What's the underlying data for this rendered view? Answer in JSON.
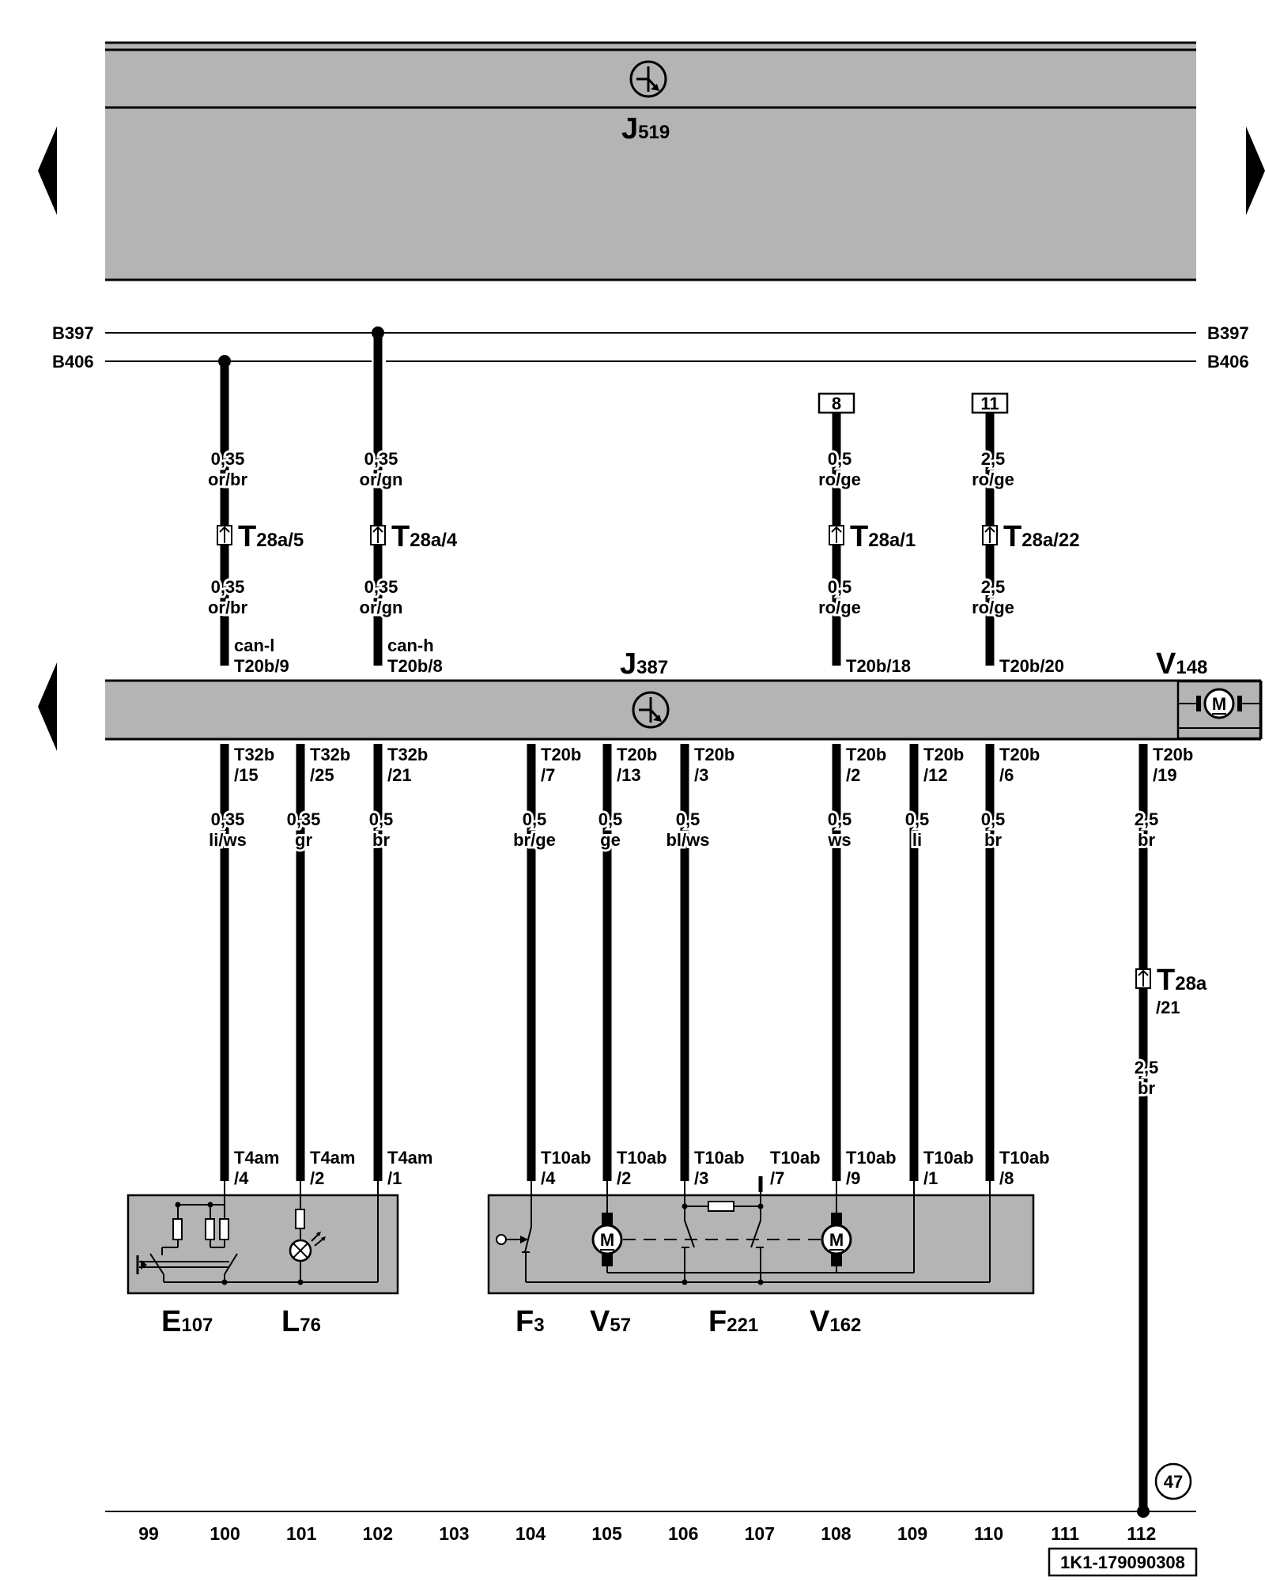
{
  "buses": {
    "b397": "B397",
    "b406": "B406"
  },
  "modules": {
    "j519": {
      "main": "J",
      "sub": "519"
    },
    "j387": {
      "main": "J",
      "sub": "387"
    },
    "v148": {
      "main": "V",
      "sub": "148"
    }
  },
  "terminals": {
    "t8": "8",
    "t11": "11",
    "t47": "47"
  },
  "upper_wires": [
    {
      "id": "w100",
      "size_top": "0,35",
      "color_top": "or/br",
      "conn_main": "T",
      "conn_sub": "28a/5",
      "size_bot": "0,35",
      "color_bot": "or/br",
      "pin_sig": "can-l",
      "pin": "T20b/9"
    },
    {
      "id": "w102",
      "size_top": "0,35",
      "color_top": "or/gn",
      "conn_main": "T",
      "conn_sub": "28a/4",
      "size_bot": "0,35",
      "color_bot": "or/gn",
      "pin_sig": "can-h",
      "pin": "T20b/8"
    },
    {
      "id": "w108",
      "size_top": "0,5",
      "color_top": "ro/ge",
      "conn_main": "T",
      "conn_sub": "28a/1",
      "size_bot": "0,5",
      "color_bot": "ro/ge",
      "pin_sig": "",
      "pin": "T20b/18"
    },
    {
      "id": "w110",
      "size_top": "2,5",
      "color_top": "ro/ge",
      "conn_main": "T",
      "conn_sub": "28a/22",
      "size_bot": "2,5",
      "color_bot": "ro/ge",
      "pin_sig": "",
      "pin": "T20b/20"
    }
  ],
  "lower_wires": [
    {
      "id": "l100",
      "pin_a": "T32b",
      "pin_b": "/15",
      "size": "0,35",
      "color": "li/ws",
      "end_a": "T4am",
      "end_b": "/4"
    },
    {
      "id": "l101",
      "pin_a": "T32b",
      "pin_b": "/25",
      "size": "0,35",
      "color": "gr",
      "end_a": "T4am",
      "end_b": "/2"
    },
    {
      "id": "l102",
      "pin_a": "T32b",
      "pin_b": "/21",
      "size": "0,5",
      "color": "br",
      "end_a": "T4am",
      "end_b": "/1"
    },
    {
      "id": "l104",
      "pin_a": "T20b",
      "pin_b": "/7",
      "size": "0,5",
      "color": "br/ge",
      "end_a": "T10ab",
      "end_b": "/4"
    },
    {
      "id": "l105",
      "pin_a": "T20b",
      "pin_b": "/13",
      "size": "0,5",
      "color": "ge",
      "end_a": "T10ab",
      "end_b": "/2"
    },
    {
      "id": "l106",
      "pin_a": "T20b",
      "pin_b": "/3",
      "size": "0,5",
      "color": "bl/ws",
      "end_a": "T10ab",
      "end_b": "/3"
    },
    {
      "id": "l108",
      "pin_a": "T20b",
      "pin_b": "/2",
      "size": "0,5",
      "color": "ws",
      "end_a": "T10ab",
      "end_b": "/9"
    },
    {
      "id": "l109",
      "pin_a": "T20b",
      "pin_b": "/12",
      "size": "0,5",
      "color": "li",
      "end_a": "T10ab",
      "end_b": "/1"
    },
    {
      "id": "l110",
      "pin_a": "T20b",
      "pin_b": "/6",
      "size": "0,5",
      "color": "br",
      "end_a": "T10ab",
      "end_b": "/8"
    }
  ],
  "unused_pin": {
    "a": "T10ab",
    "b": "/7"
  },
  "ground_wire": {
    "pin_a": "T20b",
    "pin_b": "/19",
    "size_top": "2,5",
    "color_top": "br",
    "conn_main": "T",
    "conn_sub": "28a",
    "conn_pin": "/21",
    "size_bot": "2,5",
    "color_bot": "br"
  },
  "components": [
    {
      "id": "e107",
      "main": "E",
      "sub": "107"
    },
    {
      "id": "l76",
      "main": "L",
      "sub": "76"
    },
    {
      "id": "f3",
      "main": "F",
      "sub": "3"
    },
    {
      "id": "v57",
      "main": "V",
      "sub": "57"
    },
    {
      "id": "f221",
      "main": "F",
      "sub": "221"
    },
    {
      "id": "v162",
      "main": "V",
      "sub": "162"
    }
  ],
  "motor_letter": "M",
  "columns": [
    "99",
    "100",
    "101",
    "102",
    "103",
    "104",
    "105",
    "106",
    "107",
    "108",
    "109",
    "110",
    "111",
    "112"
  ],
  "footer": {
    "code": "1K1-179090308"
  }
}
